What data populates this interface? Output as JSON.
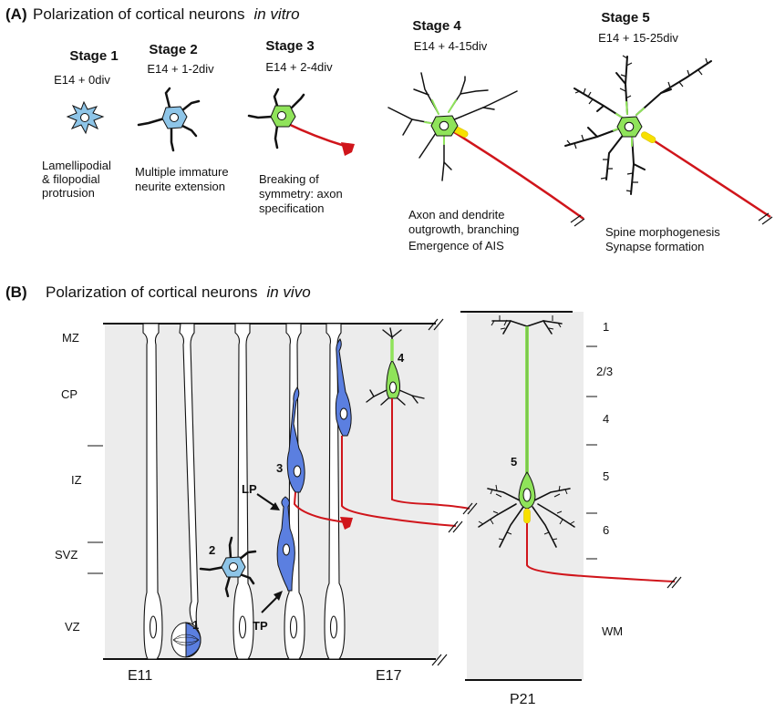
{
  "panel_a": {
    "label": "(A)",
    "title": "Polarization of cortical neurons",
    "title_italic": "in vitro",
    "stages": [
      {
        "title": "Stage 1",
        "sub": "E14 + 0div",
        "caption": [
          "Lamellipodial",
          "& filopodial",
          "protrusion"
        ]
      },
      {
        "title": "Stage 2",
        "sub": "E14 + 1-2div",
        "caption": [
          "Multiple immature",
          "neurite extension"
        ]
      },
      {
        "title": "Stage 3",
        "sub": "E14 + 2-4div",
        "caption": [
          "Breaking of",
          "symmetry: axon",
          "specification"
        ]
      },
      {
        "title": "Stage 4",
        "sub": "E14 + 4-15div",
        "caption": [
          "Axon and dendrite",
          "outgrowth, branching",
          "Emergence of AIS"
        ]
      },
      {
        "title": "Stage 5",
        "sub": "E14 + 15-25div",
        "caption": [
          "Spine morphogenesis",
          "Synapse formation"
        ]
      }
    ]
  },
  "panel_b": {
    "label": "(B)",
    "title": "Polarization of cortical neurons",
    "title_italic": "in vivo",
    "zones": [
      "MZ",
      "CP",
      "IZ",
      "SVZ",
      "VZ"
    ],
    "stage_numbers": [
      "1",
      "2",
      "3",
      "4",
      "5"
    ],
    "arrow_labels": [
      "LP",
      "TP"
    ],
    "ages": [
      "E11",
      "E17",
      "P21"
    ],
    "layers": [
      "1",
      "2/3",
      "4",
      "5",
      "6",
      "WM"
    ]
  },
  "colors": {
    "axon": "#d0151b",
    "stage1_2": "#8ec5e8",
    "stage3_4_5": "#8fe35a",
    "migrating": "#5b7fe0",
    "ais": "#f7e000",
    "background_box": "#ececec"
  }
}
